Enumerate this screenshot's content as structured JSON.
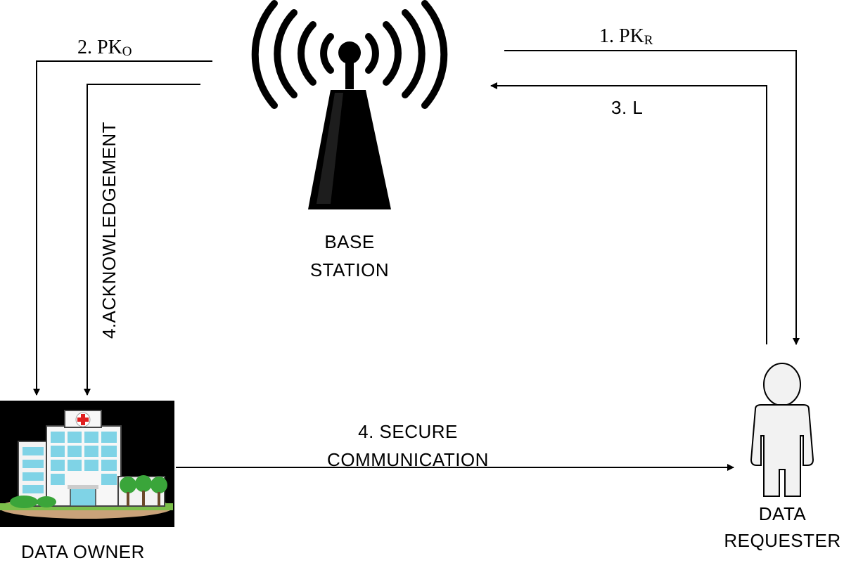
{
  "labels": {
    "msg1": {
      "prefix": "1. PK",
      "subscript": "R"
    },
    "msg2": {
      "prefix": "2.  PK",
      "subscript": "O"
    },
    "msg3": "3. L",
    "msg4_ack": "4.ACKNOWLEDGEMENT",
    "msg4_secure_line1": "4. SECURE",
    "msg4_secure_line2": "COMMUNICATION",
    "base_station_line1": "BASE",
    "base_station_line2": "STATION",
    "data_owner": "DATA OWNER",
    "data_requester_line1": "DATA",
    "data_requester_line2": "REQUESTER"
  },
  "icons": {
    "base_station": "radio-tower-icon",
    "data_owner": "hospital-building-icon",
    "data_requester": "person-icon"
  },
  "colors": {
    "line": "#000000",
    "hospital_background": "#000000",
    "hospital_glass": "#7fd3e6",
    "hospital_cross": "#e02020",
    "tree_green": "#3aa53a",
    "ground": "#c9a27a"
  }
}
